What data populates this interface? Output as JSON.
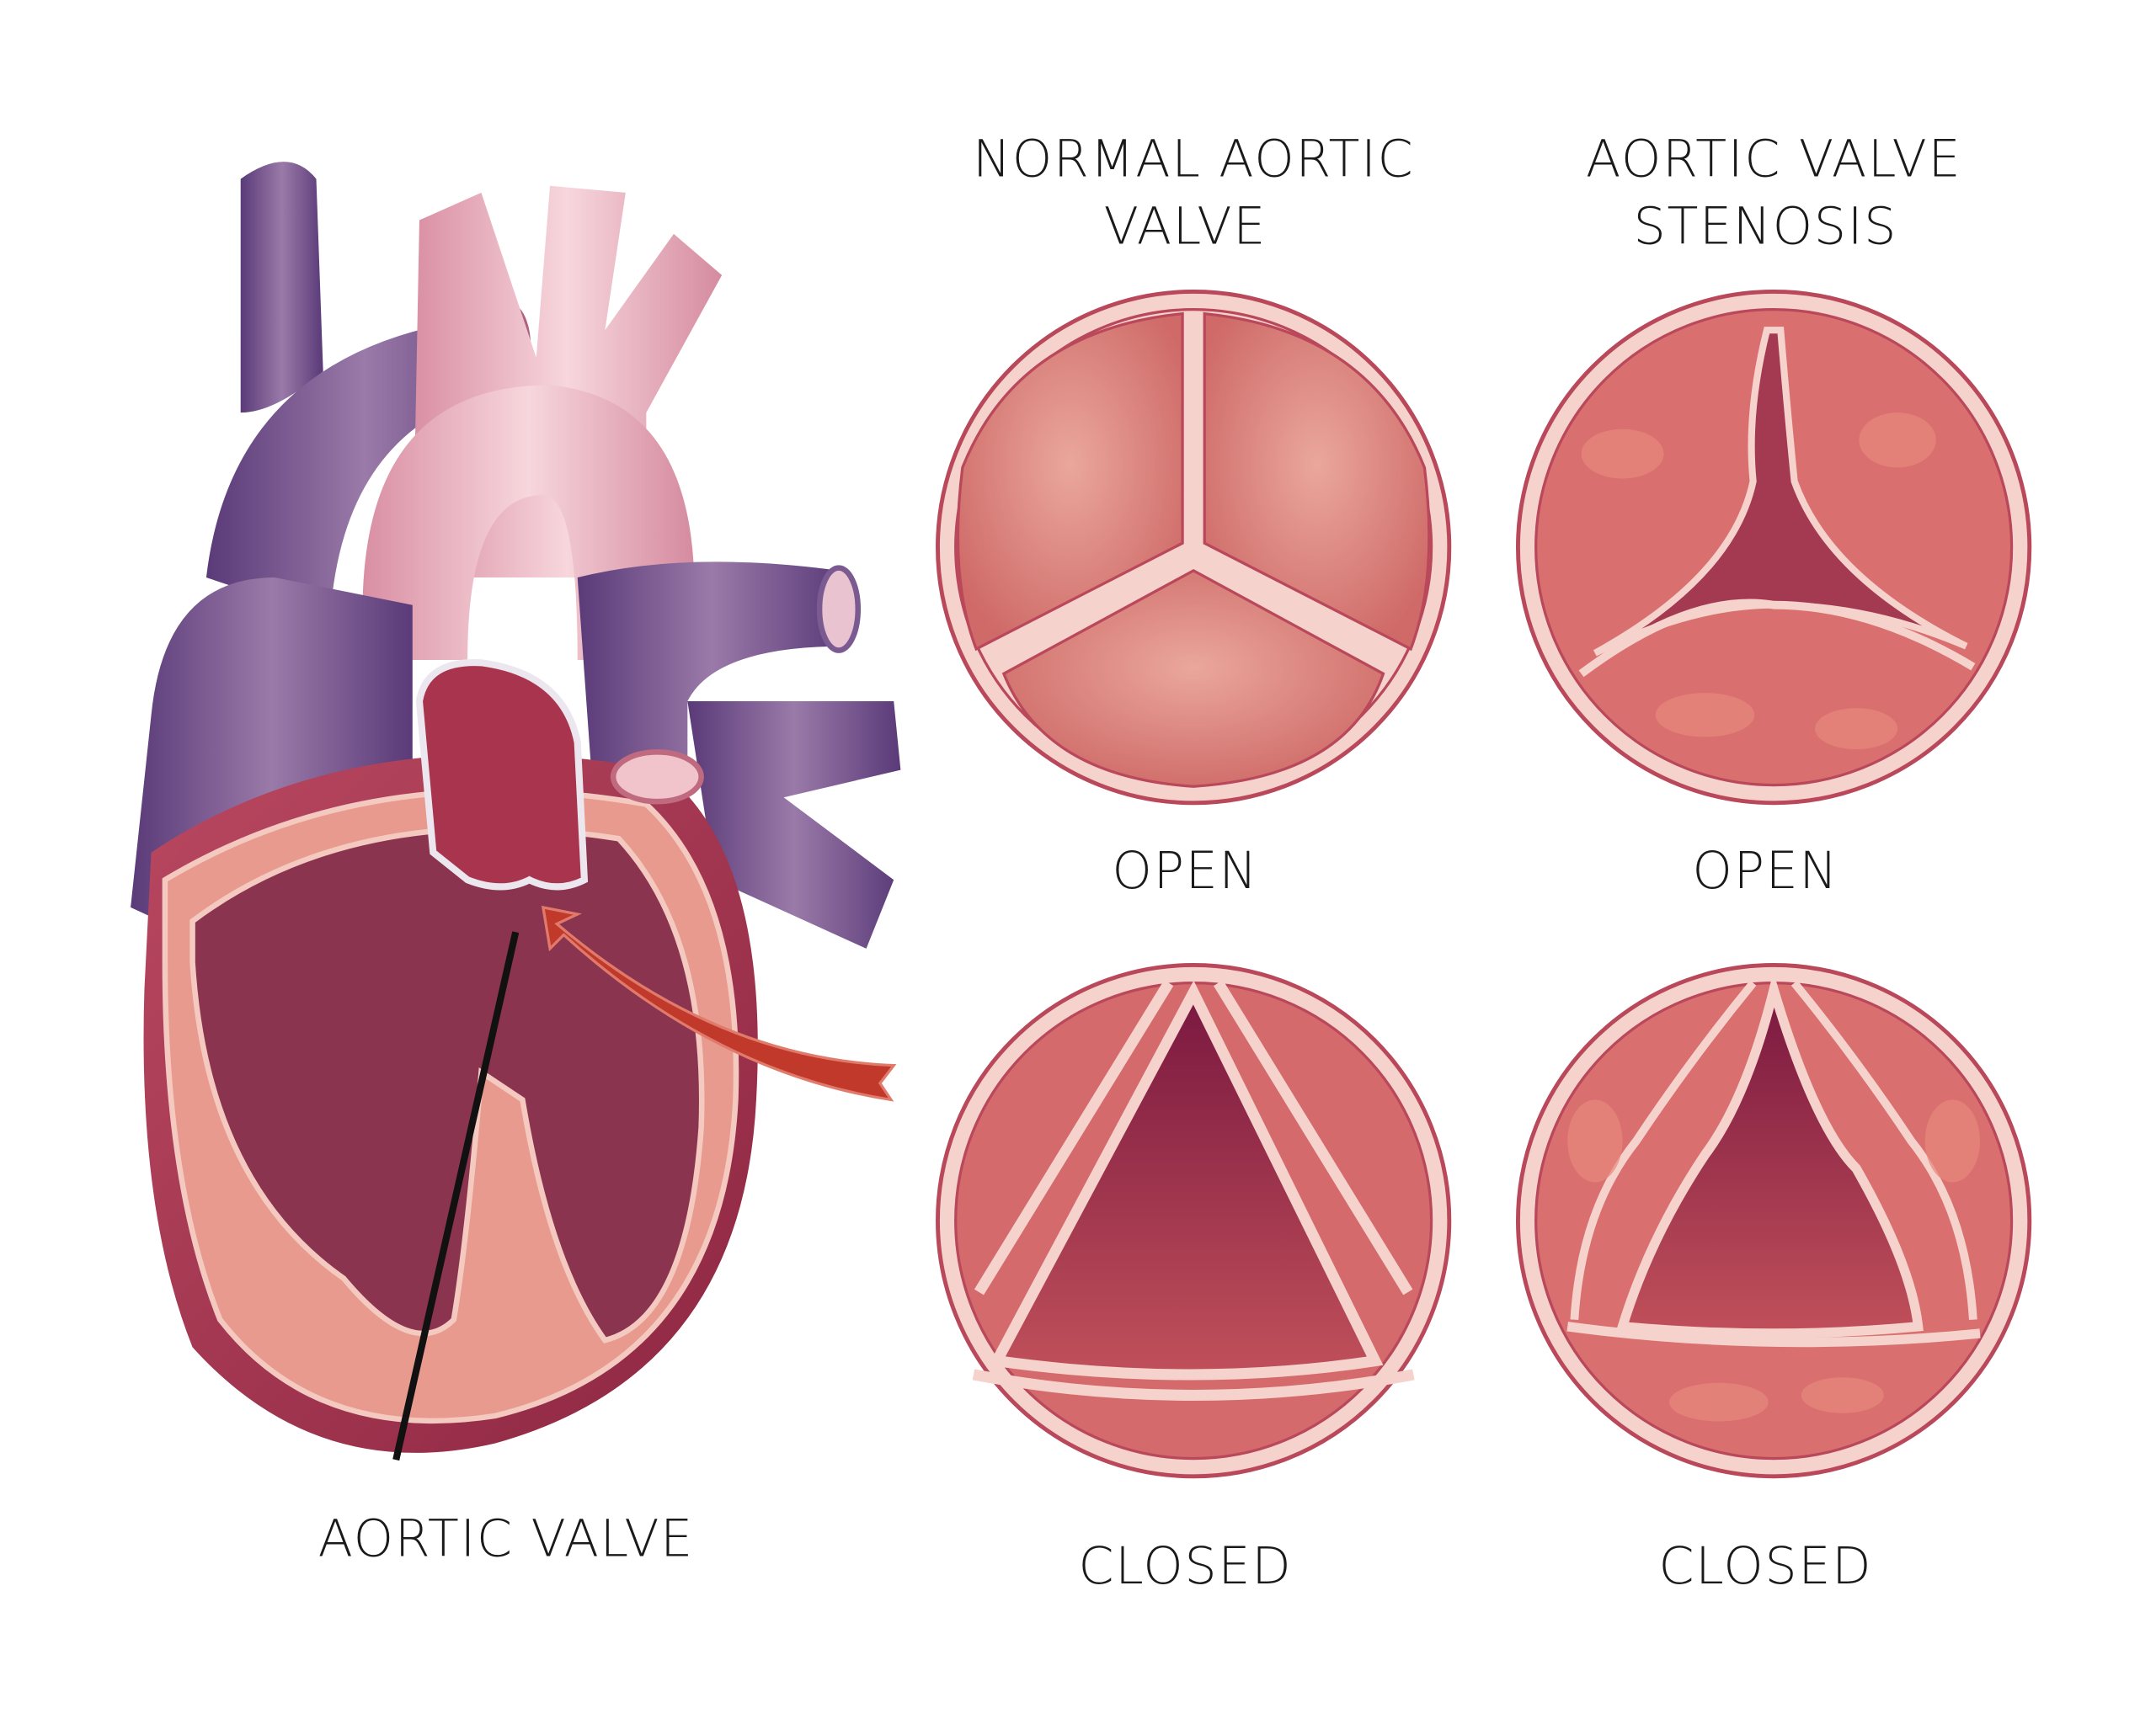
{
  "titles": {
    "normal": [
      "NORMAL AORTIC",
      "VALVE"
    ],
    "stenosis": [
      "AORTIC VALVE",
      "STENOSIS"
    ]
  },
  "states": {
    "normal_open": "OPEN",
    "stenosis_open": "OPEN",
    "normal_closed": "CLOSED",
    "stenosis_closed": "CLOSED"
  },
  "heart_label": "AORTIC VALVE",
  "colors": {
    "vein_purple": "#6e4a8a",
    "artery_pink": "#e7a6b4",
    "muscle": "#d9867f",
    "valve_ring": "#f6d2cc",
    "valve_tissue": "#d9706f",
    "chamber_dark": "#8c2f4a"
  }
}
